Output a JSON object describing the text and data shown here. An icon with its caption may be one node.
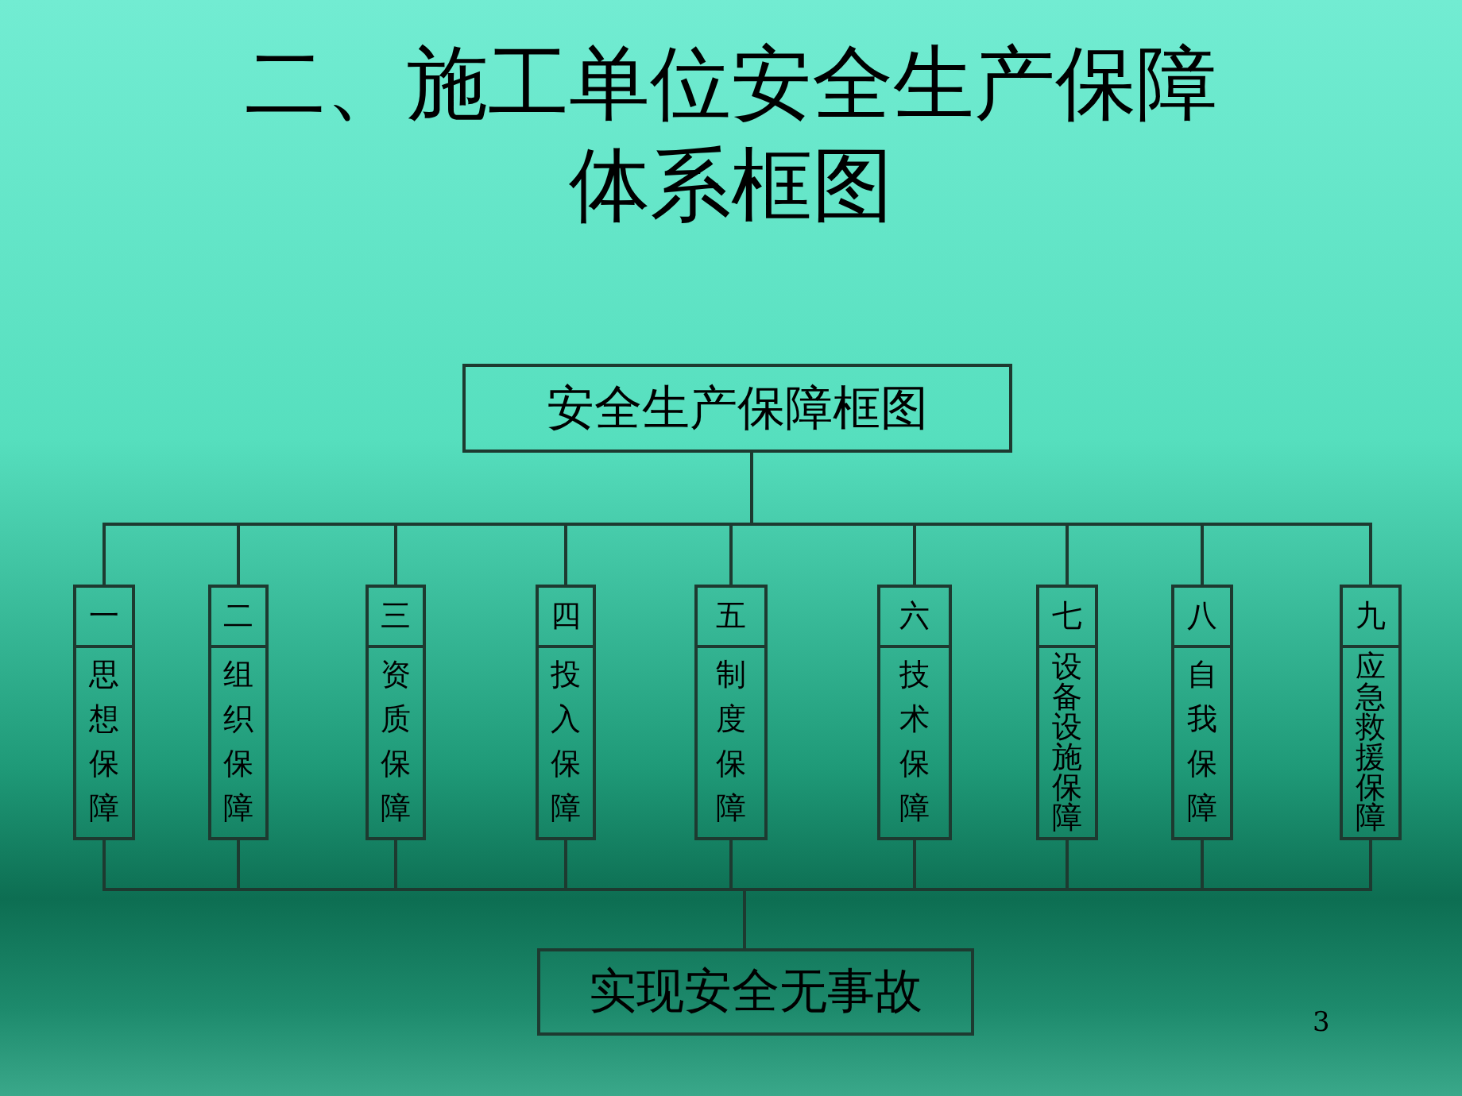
{
  "diagram": {
    "title": "二、施工单位安全生产保障体系框图",
    "nodes": [
      {
        "text": [
          "安全生产保障框图"
        ]
      },
      {
        "text": [
          "一",
          "思想保障"
        ]
      },
      {
        "text": [
          "二",
          "组织保障"
        ]
      },
      {
        "text": [
          "三",
          "资质保障"
        ]
      },
      {
        "text": [
          "四",
          "投入保障"
        ]
      },
      {
        "text": [
          "五",
          "制度保障"
        ]
      },
      {
        "text": [
          "六",
          "技术保障"
        ]
      },
      {
        "text": [
          "七",
          "设备设施保障"
        ]
      },
      {
        "text": [
          "八",
          "自我保障"
        ]
      },
      {
        "text": [
          "九",
          "应急救援保障"
        ]
      },
      {
        "text": [
          "实现安全无事故"
        ]
      }
    ],
    "edges": [
      {
        "from": 0,
        "to": 1,
        "arrow": "none"
      },
      {
        "from": 0,
        "to": 2,
        "arrow": "none"
      },
      {
        "from": 0,
        "to": 3,
        "arrow": "none"
      },
      {
        "from": 0,
        "to": 4,
        "arrow": "none"
      },
      {
        "from": 0,
        "to": 5,
        "arrow": "none"
      },
      {
        "from": 0,
        "to": 6,
        "arrow": "none"
      },
      {
        "from": 0,
        "to": 7,
        "arrow": "none"
      },
      {
        "from": 0,
        "to": 8,
        "arrow": "none"
      },
      {
        "from": 0,
        "to": 9,
        "arrow": "none"
      },
      {
        "from": 1,
        "to": 10,
        "arrow": "none"
      },
      {
        "from": 2,
        "to": 10,
        "arrow": "none"
      },
      {
        "from": 3,
        "to": 10,
        "arrow": "none"
      },
      {
        "from": 4,
        "to": 10,
        "arrow": "none"
      },
      {
        "from": 5,
        "to": 10,
        "arrow": "none"
      },
      {
        "from": 6,
        "to": 10,
        "arrow": "none"
      },
      {
        "from": 7,
        "to": 10,
        "arrow": "none"
      },
      {
        "from": 8,
        "to": 10,
        "arrow": "none"
      },
      {
        "from": 9,
        "to": 10,
        "arrow": "none"
      }
    ],
    "labels": [
      "3"
    ]
  }
}
